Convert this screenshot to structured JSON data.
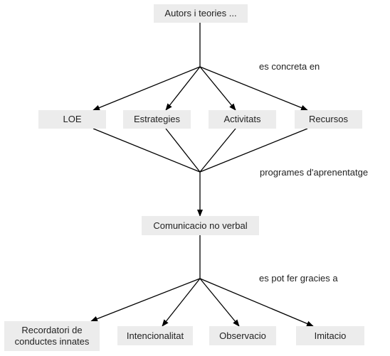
{
  "nodes": {
    "autors": "Autors i teories ...",
    "loe": "LOE",
    "estrategies": "Estrategies",
    "activitats": "Activitats",
    "recursos": "Recursos",
    "comunicacio": "Comunicacio no verbal",
    "recordatori": "Recordatori de conductes innates",
    "intencionalitat": "Intencionalitat",
    "observacio": "Observacio",
    "imitacio": "Imitacio"
  },
  "link_labels": {
    "concreta": "es concreta en",
    "programes": "programes d'aprenentatge",
    "gracies": "es pot fer gracies a"
  },
  "colors": {
    "node_fill": "#ececec",
    "line": "#000000",
    "text": "#222222"
  }
}
